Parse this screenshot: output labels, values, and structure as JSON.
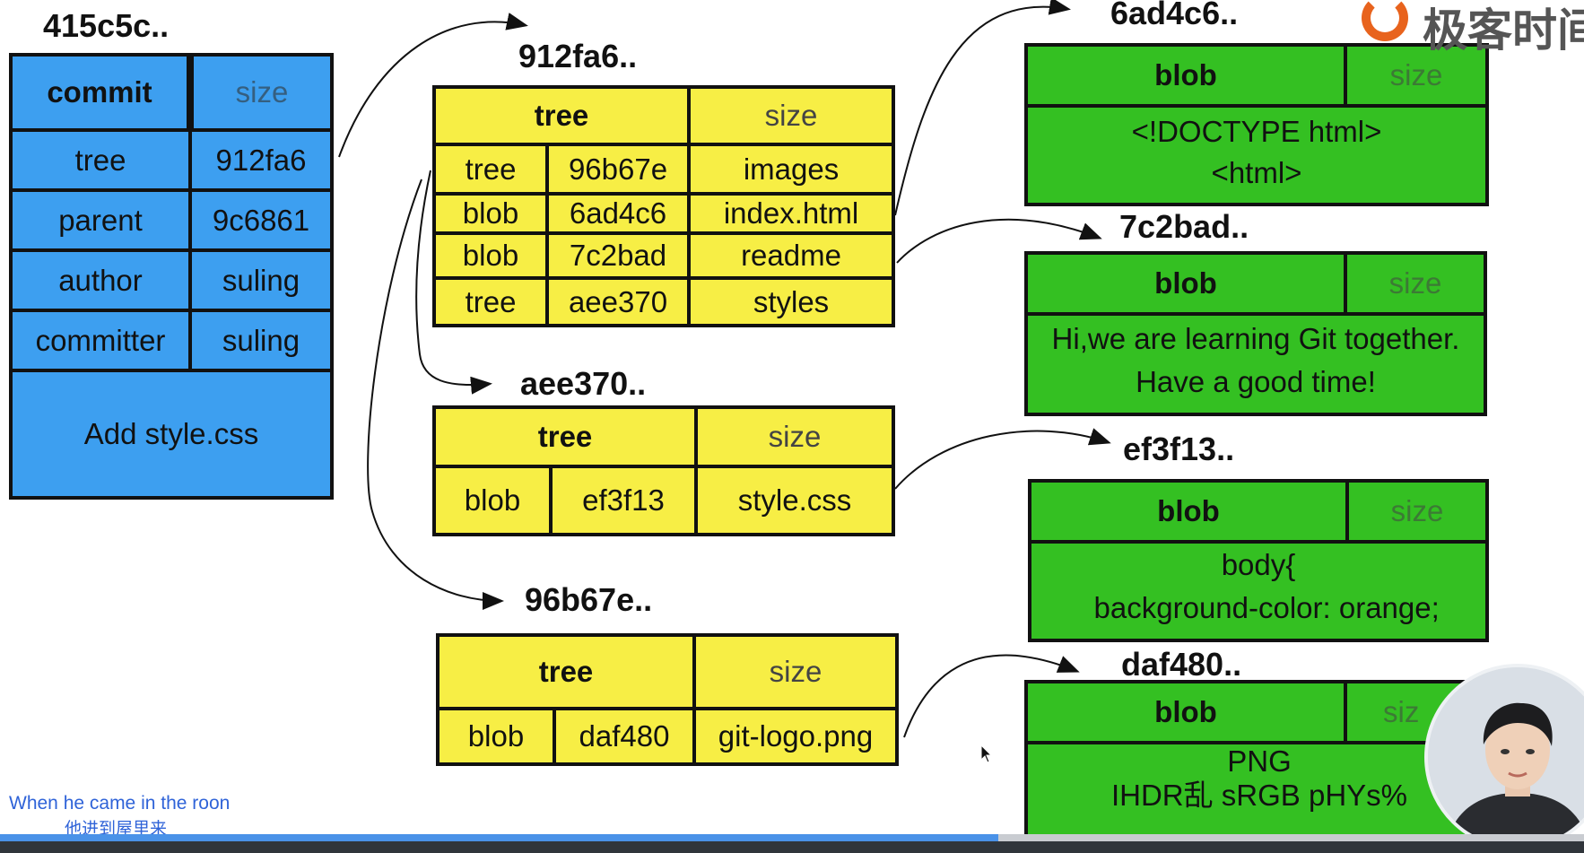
{
  "commit": {
    "hash": "415c5c..",
    "header": {
      "type": "commit",
      "size": "size"
    },
    "rows": [
      {
        "key": "tree",
        "value": "912fa6"
      },
      {
        "key": "parent",
        "value": "9c6861"
      },
      {
        "key": "author",
        "value": "suling"
      },
      {
        "key": "committer",
        "value": "suling"
      }
    ],
    "message": "Add style.css"
  },
  "trees": [
    {
      "hash": "912fa6..",
      "header": {
        "type": "tree",
        "size": "size"
      },
      "entries": [
        {
          "type": "tree",
          "id": "96b67e",
          "name": "images"
        },
        {
          "type": "blob",
          "id": "6ad4c6",
          "name": "index.html"
        },
        {
          "type": "blob",
          "id": "7c2bad",
          "name": "readme"
        },
        {
          "type": "tree",
          "id": "aee370",
          "name": "styles"
        }
      ]
    },
    {
      "hash": "aee370..",
      "header": {
        "type": "tree",
        "size": "size"
      },
      "entries": [
        {
          "type": "blob",
          "id": "ef3f13",
          "name": "style.css"
        }
      ]
    },
    {
      "hash": "96b67e..",
      "header": {
        "type": "tree",
        "size": "size"
      },
      "entries": [
        {
          "type": "blob",
          "id": "daf480",
          "name": "git-logo.png"
        }
      ]
    }
  ],
  "blobs": [
    {
      "hash": "6ad4c6..",
      "header": {
        "type": "blob",
        "size": "size"
      },
      "content": [
        "<!DOCTYPE html>",
        "<html>"
      ]
    },
    {
      "hash": "7c2bad..",
      "header": {
        "type": "blob",
        "size": "size"
      },
      "content": [
        "Hi,we are learning Git together.",
        "Have a good time!"
      ]
    },
    {
      "hash": "ef3f13..",
      "header": {
        "type": "blob",
        "size": "size"
      },
      "content": [
        "body{",
        "  background-color: orange;"
      ]
    },
    {
      "hash": "daf480..",
      "header": {
        "type": "blob",
        "size": "siz"
      },
      "content": [
        "PNG",
        "",
        "IHDR乱 sRGB pHYs%"
      ]
    }
  ],
  "overlay": {
    "logo_text": "极客时间",
    "subtitle_en": "When he came in the roon",
    "subtitle_cn": "他进到屋里来",
    "progress": 0.63
  },
  "colors": {
    "commit": "#3d9ff0",
    "tree": "#f7ee45",
    "blob": "#34c022",
    "accent_logo": "#e8631d"
  }
}
